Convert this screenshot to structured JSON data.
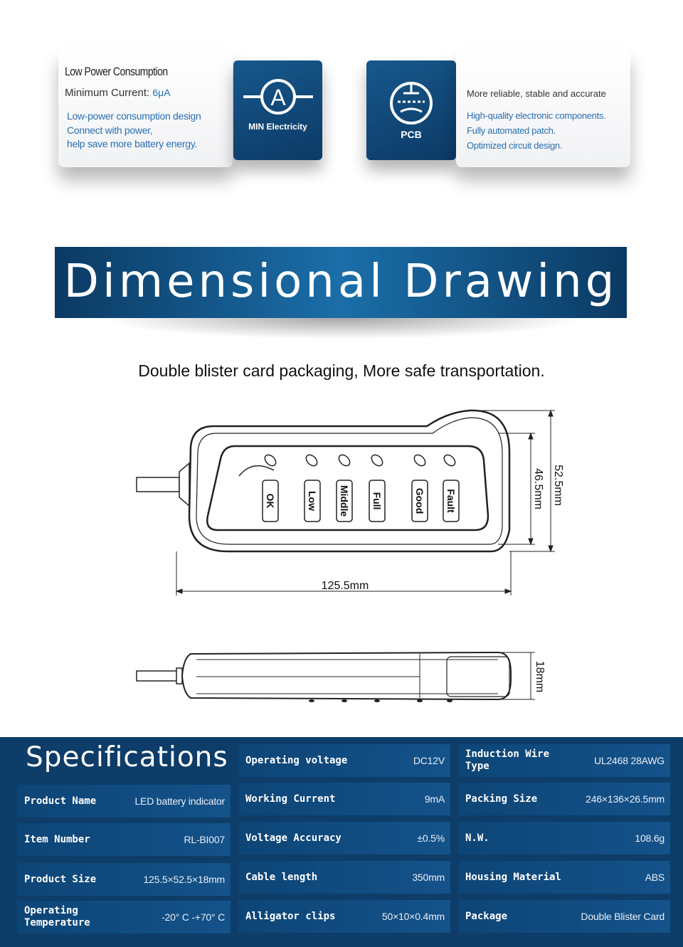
{
  "features": {
    "left": {
      "title": "Low Power Consumption",
      "current_label": "Minimum Current:",
      "current_value": "6μA",
      "lines": [
        "Low-power consumption design",
        "Connect with power,",
        "help save more battery energy."
      ],
      "badge_icon": "ammeter-icon",
      "badge_symbol": "A",
      "badge_label": "MIN Electricity"
    },
    "right": {
      "badge_icon": "pcb-chip-icon",
      "badge_label": "PCB",
      "title": "More reliable, stable and accurate",
      "lines": [
        "High-quality electronic components.",
        "Fully automated patch.",
        "Optimized circuit design."
      ]
    }
  },
  "banner": {
    "title": "Dimensional Drawing"
  },
  "subtitle": "Double blister card packaging,  More safe transportation.",
  "drawing": {
    "led_labels": [
      "OK",
      "Low",
      "Middle",
      "Full",
      "Good",
      "Fault"
    ],
    "dim_length": "125.5mm",
    "dim_height_outer": "52.5mm",
    "dim_height_inner": "46.5mm",
    "dim_thickness": "18mm"
  },
  "specs": {
    "heading": "Specifications",
    "col1": [
      {
        "label": "Product Name",
        "value": "LED battery indicator"
      },
      {
        "label": "Item Number",
        "value": "RL-BI007"
      },
      {
        "label": "Product Size",
        "value": "125.5×52.5×18mm"
      },
      {
        "label": "Operating Temperature",
        "value": "-20° C -+70° C"
      }
    ],
    "col2": [
      {
        "label": "Operating voltage",
        "value": "DC12V"
      },
      {
        "label": "Working Current",
        "value": "9mA"
      },
      {
        "label": "Voltage Accuracy",
        "value": "±0.5%"
      },
      {
        "label": "Cable length",
        "value": "350mm"
      },
      {
        "label": "Alligator clips",
        "value": "50×10×0.4mm"
      }
    ],
    "col3": [
      {
        "label": "Induction Wire Type",
        "value": "UL2468 28AWG"
      },
      {
        "label": "Packing Size",
        "value": "246×136×26.5mm"
      },
      {
        "label": "N.W.",
        "value": "108.6g"
      },
      {
        "label": "Housing Material",
        "value": "ABS"
      },
      {
        "label": "Package",
        "value": "Double Blister Card"
      }
    ]
  }
}
